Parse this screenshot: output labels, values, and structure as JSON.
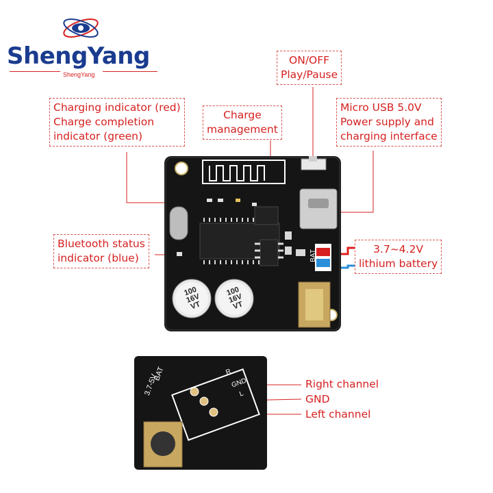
{
  "brand": {
    "name": "ShengYang",
    "sub": "ShengYang",
    "accent": "#d62020",
    "primary": "#1a3b8f"
  },
  "callouts": {
    "power_switch": [
      "ON/OFF",
      "Play/Pause"
    ],
    "charging_indicator": [
      "Charging indicator (red)",
      "Charge completion",
      "indicator (green)"
    ],
    "charge_management": [
      "Charge",
      "management"
    ],
    "usb": [
      "Micro USB 5.0V",
      "Power supply and",
      "charging interface"
    ],
    "bluetooth_status": [
      "Bluetooth status",
      "indicator (blue)"
    ],
    "battery": [
      "3.7~4.2V",
      "lithium battery"
    ]
  },
  "board": {
    "cap_label_1": [
      "100",
      "16V",
      "VT"
    ],
    "cap_label_2": [
      "100",
      "16V",
      "VT"
    ],
    "bat_label": "BAT"
  },
  "bottom_board": {
    "bat_text": "BAT",
    "voltage_text": "3.7-5V",
    "pad_labels": [
      "R",
      "GND",
      "L"
    ]
  },
  "bottom_labels": {
    "right": "Right channel",
    "gnd": "GND",
    "left": "Left channel"
  }
}
